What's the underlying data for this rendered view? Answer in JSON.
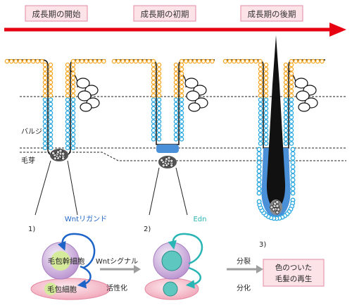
{
  "stages": [
    {
      "label": "成長期の開始"
    },
    {
      "label": "成長期の初期"
    },
    {
      "label": "成長期の後期"
    }
  ],
  "regions": {
    "bulge": "バルジ",
    "hair_germ": "毛芽"
  },
  "panel_numbers": [
    "1)",
    "2)",
    "3)"
  ],
  "signals": {
    "wnt_ligand": "Wntリガンド",
    "edn": "Edn",
    "wnt_signal": "Wntシグナル",
    "activation": "活性化",
    "division": "分裂",
    "differentiation": "分化"
  },
  "cells": {
    "stem_cell": "毛包幹細胞",
    "hair_follicle_cell": "毛包細胞"
  },
  "result": {
    "line1": "色のついた",
    "line2": "毛髪の再生"
  },
  "colors": {
    "label_fill": "#fce3e8",
    "label_border": "#e58aa3",
    "label_text": "#333333",
    "timeline": "#e60012",
    "epidermis_bead": "#f5a623",
    "follicle_bead": "#29a8e0",
    "bulb_fill": "#4a90d9",
    "hair_fill": "#111111",
    "wnt_label": "#1e64c8",
    "edn_label": "#2ab5b5",
    "stem_cell_fill": "#c9a8d8",
    "stem_cell_core": "#d6ea9b",
    "follicle_cell_fill": "#f6c1cd",
    "edn_cell_core": "#5ec8c0",
    "process_arrow": "#9e9e9e"
  }
}
